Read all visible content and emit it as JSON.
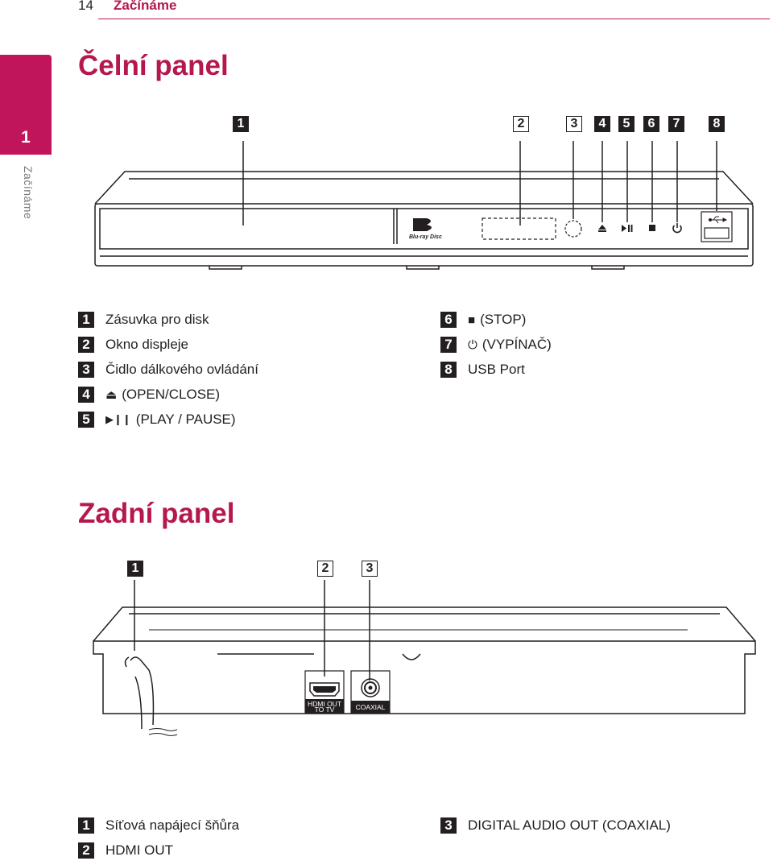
{
  "header": {
    "page_number": "14",
    "chapter": "Začínáme"
  },
  "side_tab": {
    "number": "1",
    "label": "Začínáme"
  },
  "front": {
    "title": "Čelní panel",
    "callouts": [
      "1",
      "2",
      "3",
      "4",
      "5",
      "6",
      "7",
      "8"
    ],
    "device_logo": "Blu-ray Disc",
    "legend_left": [
      {
        "num": "1",
        "glyph": "",
        "text": "Zásuvka pro disk"
      },
      {
        "num": "2",
        "glyph": "",
        "text": "Okno displeje"
      },
      {
        "num": "3",
        "glyph": "",
        "text": "Čidlo dálkového ovládání"
      },
      {
        "num": "4",
        "glyph": "⏏",
        "text": "(OPEN/CLOSE)"
      },
      {
        "num": "5",
        "glyph": "▶❙❙",
        "text": "(PLAY / PAUSE)"
      }
    ],
    "legend_right": [
      {
        "num": "6",
        "glyph": "■",
        "text": "(STOP)"
      },
      {
        "num": "7",
        "glyph": "⏻",
        "text": "(VYPÍNAČ)"
      },
      {
        "num": "8",
        "glyph": "",
        "text": "USB Port"
      }
    ]
  },
  "rear": {
    "title": "Zadní panel",
    "callouts": [
      "1",
      "2",
      "3"
    ],
    "port_labels": {
      "hdmi_line1": "HDMI OUT",
      "hdmi_line2": "TO TV",
      "coaxial": "COAXIAL"
    },
    "legend_left": [
      {
        "num": "1",
        "text": "Síťová napájecí šňůra"
      },
      {
        "num": "2",
        "text": "HDMI OUT"
      }
    ],
    "legend_right": [
      {
        "num": "3",
        "text": "DIGITAL AUDIO OUT (COAXIAL)"
      }
    ]
  }
}
